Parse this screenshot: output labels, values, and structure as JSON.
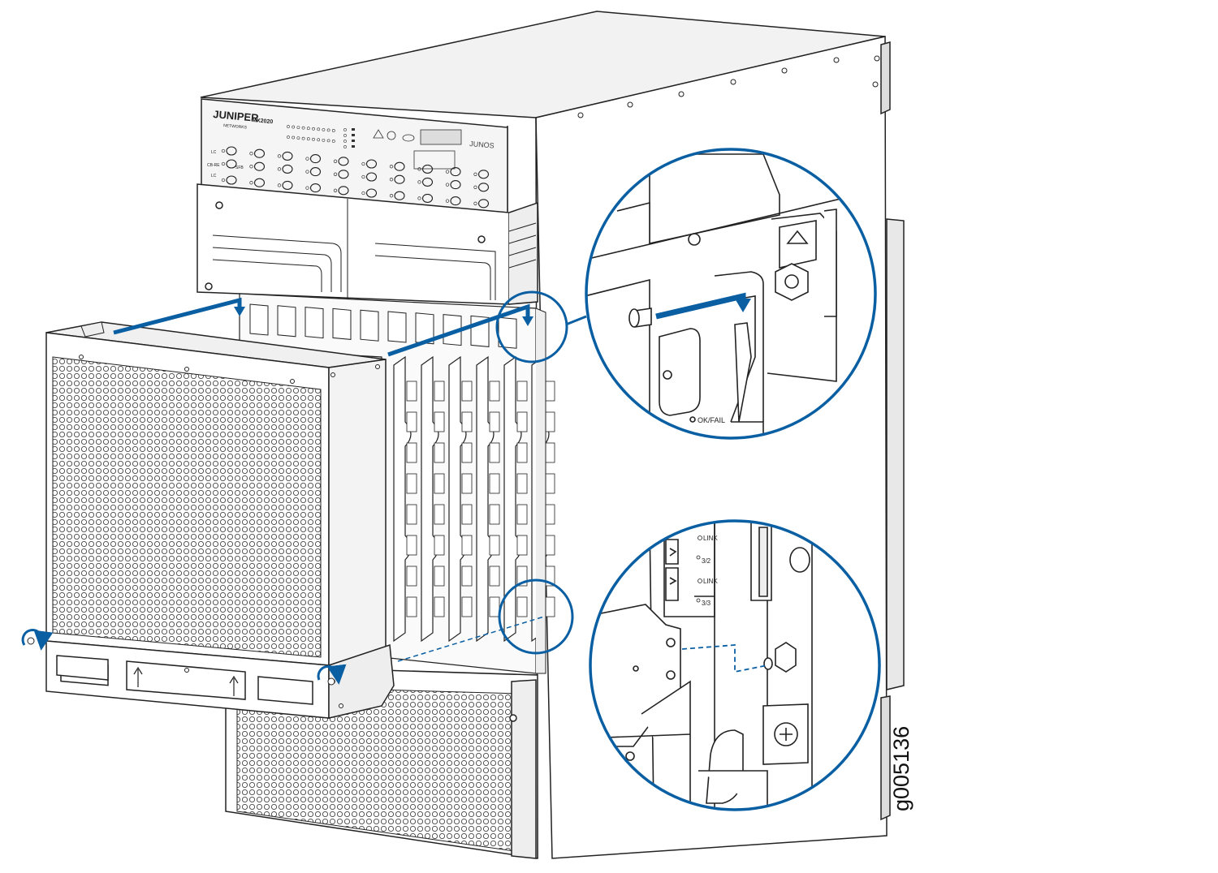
{
  "figure": {
    "id": "g005136"
  },
  "chassis_panel": {
    "brand": "JUNIPER",
    "brand_sub": "NETWORKS",
    "model": "MX2020",
    "os_logo": "JUNOS",
    "lc_label": "LC",
    "cb_re_label": "CB-RE",
    "sfb_label": "SFB"
  },
  "callout_top": {
    "led_label": "OK/FAIL"
  },
  "callout_bottom": {
    "port_labels": [
      "LINK",
      "3/2",
      "LINK",
      "3/3"
    ]
  },
  "colors": {
    "accent": "#0a5fa3",
    "line": "#222222",
    "panel_fill": "#f5f5f5"
  },
  "icons": [
    "rotate-arrow-icon",
    "up-arrow-icon",
    "insert-arrow-icon"
  ]
}
